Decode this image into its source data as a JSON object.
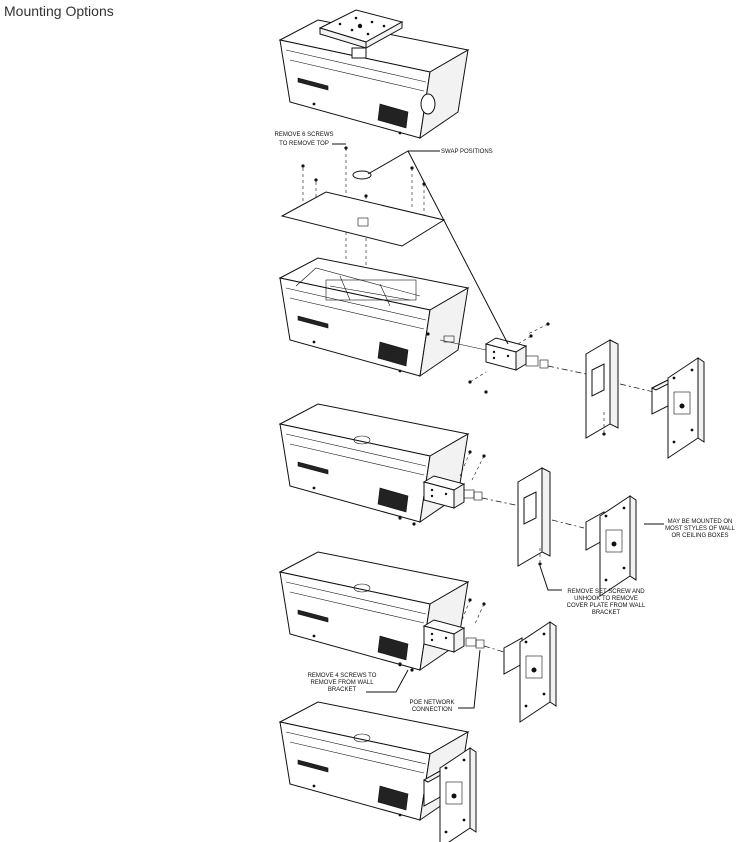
{
  "page": {
    "title": "Mounting Options"
  },
  "callouts": {
    "remove_top": [
      "REMOVE 6 SCREWS",
      "TO REMOVE TOP"
    ],
    "swap_positions": [
      "SWAP POSITIONS"
    ],
    "wall_boxes": [
      "MAY BE MOUNTED ON",
      "MOST STYLES OF WALL",
      "OR CEILING BOXES"
    ],
    "set_screw": [
      "REMOVE SET SCREW AND",
      "UNHOOK TO REMOVE",
      "COVER PLATE FROM WALL",
      "BRACKET"
    ],
    "remove_bracket": [
      "REMOVE 4 SCREWS TO",
      "REMOVE FROM WALL",
      "BRACKET"
    ],
    "poe": [
      "POE NETWORK",
      "CONNECTION"
    ]
  }
}
